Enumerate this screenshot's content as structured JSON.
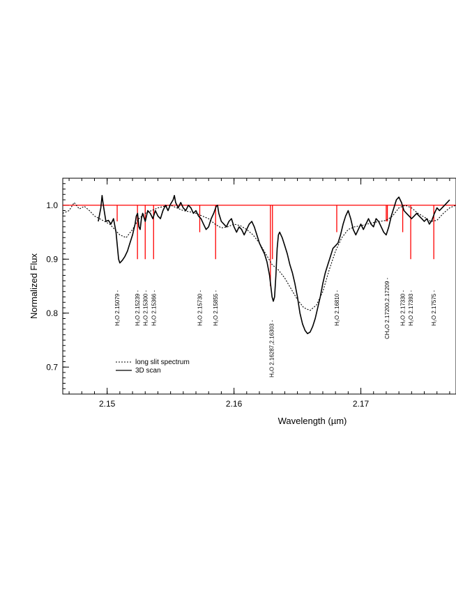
{
  "chart_data": {
    "type": "line",
    "xlabel": "Wavelength (µm)",
    "ylabel": "Normalized Flux",
    "xlim": [
      2.1465,
      2.1775
    ],
    "ylim": [
      0.65,
      1.05
    ],
    "x_ticks": [
      2.15,
      2.16,
      2.17
    ],
    "x_tick_labels": [
      "2.15",
      "2.16",
      "2.17"
    ],
    "y_ticks": [
      0.7,
      0.8,
      0.9,
      1.0
    ],
    "y_tick_labels": [
      "0.7",
      "0.8",
      "0.9",
      "1.0"
    ],
    "legend": {
      "placement": "bottom-left",
      "entries": [
        {
          "label": "long slit spectrum",
          "style": "dotted"
        },
        {
          "label": "3D scan",
          "style": "solid"
        }
      ]
    },
    "series": [
      {
        "name": "long slit spectrum",
        "style": "dotted",
        "color": "#000000",
        "points": [
          [
            2.1465,
            0.985
          ],
          [
            2.147,
            0.99
          ],
          [
            2.1474,
            1.005
          ],
          [
            2.1478,
            0.993
          ],
          [
            2.1482,
            0.998
          ],
          [
            2.1486,
            0.99
          ],
          [
            2.149,
            0.98
          ],
          [
            2.1494,
            0.975
          ],
          [
            2.1498,
            0.97
          ],
          [
            2.1502,
            0.965
          ],
          [
            2.1506,
            0.955
          ],
          [
            2.151,
            0.945
          ],
          [
            2.1515,
            0.94
          ],
          [
            2.152,
            0.955
          ],
          [
            2.1525,
            0.975
          ],
          [
            2.153,
            0.985
          ],
          [
            2.1535,
            0.99
          ],
          [
            2.154,
            0.995
          ],
          [
            2.1545,
            0.998
          ],
          [
            2.155,
            1.0
          ],
          [
            2.1555,
            0.995
          ],
          [
            2.156,
            0.99
          ],
          [
            2.1565,
            0.988
          ],
          [
            2.157,
            0.985
          ],
          [
            2.1575,
            0.98
          ],
          [
            2.158,
            0.975
          ],
          [
            2.1585,
            0.965
          ],
          [
            2.159,
            0.958
          ],
          [
            2.1595,
            0.96
          ],
          [
            2.16,
            0.965
          ],
          [
            2.1605,
            0.962
          ],
          [
            2.161,
            0.955
          ],
          [
            2.1615,
            0.945
          ],
          [
            2.162,
            0.93
          ],
          [
            2.1625,
            0.91
          ],
          [
            2.163,
            0.89
          ],
          [
            2.1635,
            0.88
          ],
          [
            2.164,
            0.865
          ],
          [
            2.1645,
            0.845
          ],
          [
            2.165,
            0.825
          ],
          [
            2.1655,
            0.81
          ],
          [
            2.166,
            0.805
          ],
          [
            2.1665,
            0.815
          ],
          [
            2.167,
            0.84
          ],
          [
            2.1675,
            0.88
          ],
          [
            2.168,
            0.915
          ],
          [
            2.1685,
            0.94
          ],
          [
            2.169,
            0.955
          ],
          [
            2.1695,
            0.96
          ],
          [
            2.17,
            0.962
          ],
          [
            2.1705,
            0.965
          ],
          [
            2.171,
            0.968
          ],
          [
            2.1715,
            0.97
          ],
          [
            2.172,
            0.972
          ],
          [
            2.1725,
            0.98
          ],
          [
            2.173,
            0.995
          ],
          [
            2.1735,
            1.0
          ],
          [
            2.174,
            0.995
          ],
          [
            2.1745,
            0.985
          ],
          [
            2.175,
            0.978
          ],
          [
            2.1755,
            0.97
          ],
          [
            2.176,
            0.972
          ],
          [
            2.1765,
            0.985
          ],
          [
            2.177,
            0.995
          ],
          [
            2.1775,
            1.0
          ]
        ]
      },
      {
        "name": "3D scan",
        "style": "solid",
        "color": "#000000",
        "points": [
          [
            2.1493,
            0.97
          ],
          [
            2.1495,
            0.995
          ],
          [
            2.1496,
            1.018
          ],
          [
            2.1497,
            1.0
          ],
          [
            2.1499,
            0.97
          ],
          [
            2.1501,
            0.972
          ],
          [
            2.1503,
            0.965
          ],
          [
            2.1505,
            0.975
          ],
          [
            2.1507,
            0.95
          ],
          [
            2.1509,
            0.9
          ],
          [
            2.151,
            0.893
          ],
          [
            2.1512,
            0.898
          ],
          [
            2.1514,
            0.905
          ],
          [
            2.1516,
            0.915
          ],
          [
            2.1518,
            0.93
          ],
          [
            2.152,
            0.945
          ],
          [
            2.1521,
            0.955
          ],
          [
            2.1522,
            0.965
          ],
          [
            2.1523,
            0.98
          ],
          [
            2.1524,
            0.985
          ],
          [
            2.1525,
            0.96
          ],
          [
            2.1526,
            0.955
          ],
          [
            2.1527,
            0.975
          ],
          [
            2.1528,
            0.985
          ],
          [
            2.153,
            0.97
          ],
          [
            2.1532,
            0.99
          ],
          [
            2.1534,
            0.985
          ],
          [
            2.1536,
            0.975
          ],
          [
            2.1538,
            0.99
          ],
          [
            2.154,
            0.98
          ],
          [
            2.1542,
            0.975
          ],
          [
            2.1544,
            0.99
          ],
          [
            2.1546,
            1.0
          ],
          [
            2.1548,
            0.99
          ],
          [
            2.155,
            1.002
          ],
          [
            2.1552,
            1.01
          ],
          [
            2.1553,
            1.018
          ],
          [
            2.1554,
            1.005
          ],
          [
            2.1556,
            0.995
          ],
          [
            2.1558,
            1.005
          ],
          [
            2.156,
            0.995
          ],
          [
            2.1562,
            0.99
          ],
          [
            2.1564,
            1.0
          ],
          [
            2.1566,
            0.995
          ],
          [
            2.1568,
            0.985
          ],
          [
            2.157,
            0.99
          ],
          [
            2.1572,
            0.98
          ],
          [
            2.1574,
            0.975
          ],
          [
            2.1576,
            0.965
          ],
          [
            2.1578,
            0.955
          ],
          [
            2.158,
            0.96
          ],
          [
            2.1582,
            0.975
          ],
          [
            2.1584,
            0.985
          ],
          [
            2.1586,
            0.998
          ],
          [
            2.1587,
            1.0
          ],
          [
            2.1588,
            0.985
          ],
          [
            2.159,
            0.97
          ],
          [
            2.1592,
            0.965
          ],
          [
            2.1594,
            0.96
          ],
          [
            2.1596,
            0.97
          ],
          [
            2.1598,
            0.975
          ],
          [
            2.16,
            0.96
          ],
          [
            2.1602,
            0.95
          ],
          [
            2.1604,
            0.96
          ],
          [
            2.1606,
            0.955
          ],
          [
            2.1608,
            0.945
          ],
          [
            2.161,
            0.955
          ],
          [
            2.1612,
            0.965
          ],
          [
            2.1614,
            0.97
          ],
          [
            2.1616,
            0.96
          ],
          [
            2.1618,
            0.945
          ],
          [
            2.162,
            0.93
          ],
          [
            2.1622,
            0.92
          ],
          [
            2.1624,
            0.91
          ],
          [
            2.1626,
            0.895
          ],
          [
            2.1628,
            0.87
          ],
          [
            2.163,
            0.83
          ],
          [
            2.1631,
            0.822
          ],
          [
            2.1632,
            0.83
          ],
          [
            2.1633,
            0.87
          ],
          [
            2.1634,
            0.92
          ],
          [
            2.1635,
            0.945
          ],
          [
            2.1636,
            0.95
          ],
          [
            2.1638,
            0.94
          ],
          [
            2.164,
            0.925
          ],
          [
            2.1642,
            0.91
          ],
          [
            2.1644,
            0.89
          ],
          [
            2.1646,
            0.875
          ],
          [
            2.1648,
            0.855
          ],
          [
            2.165,
            0.83
          ],
          [
            2.1652,
            0.8
          ],
          [
            2.1654,
            0.78
          ],
          [
            2.1656,
            0.768
          ],
          [
            2.1658,
            0.762
          ],
          [
            2.166,
            0.765
          ],
          [
            2.1662,
            0.775
          ],
          [
            2.1664,
            0.79
          ],
          [
            2.1666,
            0.81
          ],
          [
            2.1668,
            0.83
          ],
          [
            2.167,
            0.855
          ],
          [
            2.1672,
            0.875
          ],
          [
            2.1674,
            0.89
          ],
          [
            2.1676,
            0.905
          ],
          [
            2.1678,
            0.92
          ],
          [
            2.168,
            0.925
          ],
          [
            2.1682,
            0.93
          ],
          [
            2.1684,
            0.945
          ],
          [
            2.1686,
            0.965
          ],
          [
            2.1688,
            0.98
          ],
          [
            2.169,
            0.99
          ],
          [
            2.1692,
            0.975
          ],
          [
            2.1694,
            0.955
          ],
          [
            2.1696,
            0.945
          ],
          [
            2.1698,
            0.955
          ],
          [
            2.17,
            0.965
          ],
          [
            2.1702,
            0.955
          ],
          [
            2.1704,
            0.965
          ],
          [
            2.1706,
            0.975
          ],
          [
            2.1708,
            0.965
          ],
          [
            2.171,
            0.96
          ],
          [
            2.1712,
            0.975
          ],
          [
            2.1714,
            0.97
          ],
          [
            2.1716,
            0.96
          ],
          [
            2.1718,
            0.95
          ],
          [
            2.172,
            0.945
          ],
          [
            2.1722,
            0.96
          ],
          [
            2.1724,
            0.98
          ],
          [
            2.1726,
            0.995
          ],
          [
            2.1728,
            1.01
          ],
          [
            2.173,
            1.015
          ],
          [
            2.1732,
            1.005
          ],
          [
            2.1734,
            0.99
          ],
          [
            2.1736,
            0.985
          ],
          [
            2.1738,
            0.98
          ],
          [
            2.174,
            0.975
          ],
          [
            2.1742,
            0.98
          ],
          [
            2.1744,
            0.985
          ],
          [
            2.1746,
            0.98
          ],
          [
            2.1748,
            0.975
          ],
          [
            2.175,
            0.97
          ],
          [
            2.1752,
            0.975
          ],
          [
            2.1754,
            0.965
          ],
          [
            2.1756,
            0.972
          ],
          [
            2.1758,
            0.985
          ],
          [
            2.176,
            0.995
          ],
          [
            2.1762,
            0.99
          ],
          [
            2.1764,
            0.995
          ],
          [
            2.1766,
            1.0
          ],
          [
            2.1768,
            1.005
          ],
          [
            2.177,
            1.01
          ]
        ]
      }
    ],
    "reference_level": 1.0,
    "reference_color": "#ff0000",
    "lines": [
      {
        "label": "H₂O 2.15079",
        "wavelengths": [
          2.15079
        ],
        "depths": [
          0.97
        ]
      },
      {
        "label": "H₂O 2.15239",
        "wavelengths": [
          2.15239
        ],
        "depths": [
          0.9
        ]
      },
      {
        "label": "H₂O 2.15300",
        "wavelengths": [
          2.153
        ],
        "depths": [
          0.9
        ]
      },
      {
        "label": "H₂O 2.15366",
        "wavelengths": [
          2.15366
        ],
        "depths": [
          0.9
        ]
      },
      {
        "label": "H₂O 2.15730",
        "wavelengths": [
          2.1573
        ],
        "depths": [
          0.95
        ]
      },
      {
        "label": "H₂O 2.15855",
        "wavelengths": [
          2.15855
        ],
        "depths": [
          0.9
        ]
      },
      {
        "label": "H₂O 2.16287,2.16303",
        "wavelengths": [
          2.16287,
          2.16303
        ],
        "depths": [
          0.85,
          0.9
        ]
      },
      {
        "label": "H₂O 2.16810",
        "wavelengths": [
          2.1681
        ],
        "depths": [
          0.95
        ]
      },
      {
        "label": "CH₄O 2.17200,2.17209",
        "wavelengths": [
          2.172,
          2.17209
        ],
        "depths": [
          0.97,
          0.97
        ]
      },
      {
        "label": "H₂O 2.17330",
        "wavelengths": [
          2.1733
        ],
        "depths": [
          0.95
        ]
      },
      {
        "label": "H₂O 2.17393",
        "wavelengths": [
          2.17393
        ],
        "depths": [
          0.9
        ]
      },
      {
        "label": "H₂O 2.17575",
        "wavelengths": [
          2.17575
        ],
        "depths": [
          0.9
        ]
      }
    ]
  }
}
